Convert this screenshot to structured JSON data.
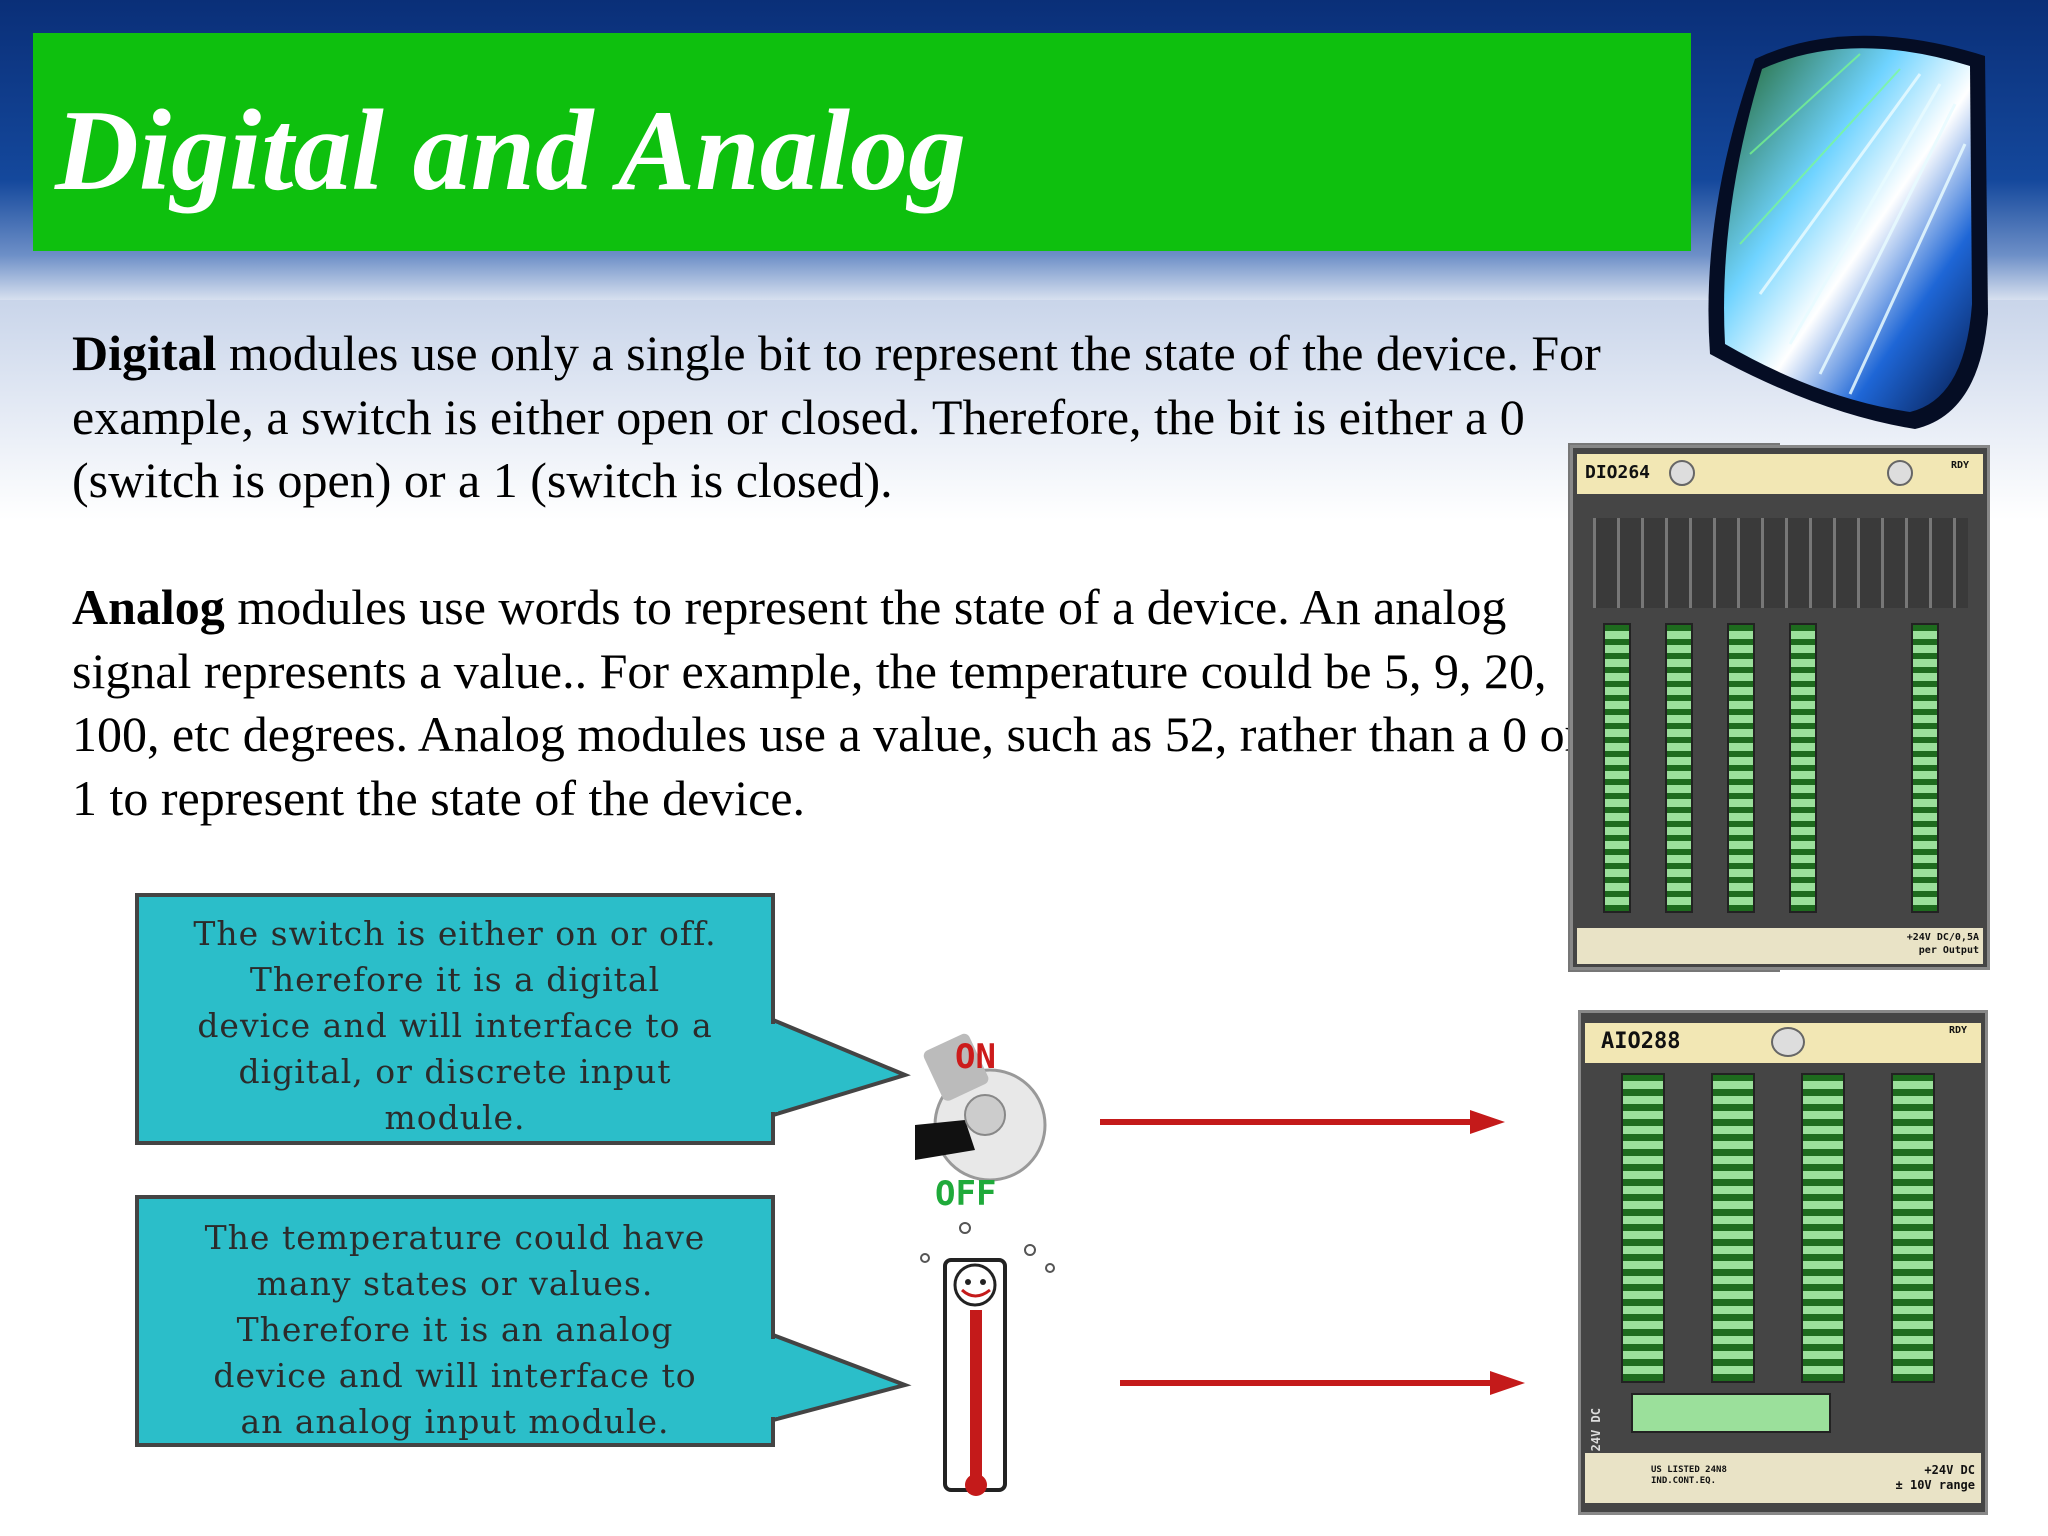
{
  "slide": {
    "title": "Digital and Analog",
    "digital_paragraph": {
      "lead": "Digital",
      "rest": " modules use only a single bit to represent the state of the device. For example, a switch is either open or closed. Therefore, the bit is either a 0 (switch is open) or a 1 (switch is closed)."
    },
    "analog_paragraph": {
      "lead": "Analog",
      "rest": " modules use words to represent the state of a device. An analog signal represents a value.. For example, the temperature could be 5, 9, 20, 100, etc degrees. Analog modules use a value, such as 52, rather than a 0 or 1 to represent the state of the device."
    },
    "callout_switch": {
      "lines": [
        "The switch is either on or off.",
        "Therefore it is a digital",
        "device and will interface to a",
        "digital, or discrete input",
        "module."
      ]
    },
    "callout_temperature": {
      "lines": [
        "The temperature could have",
        "many states or values.",
        "Therefore it is an analog",
        "device and will interface to",
        "an analog input module."
      ]
    },
    "switch": {
      "on_label": "ON",
      "off_label": "OFF",
      "on_color": "#cc1b1b",
      "off_color": "#1faa3a"
    },
    "digital_module": {
      "model": "DIO264",
      "rdy": "RDY",
      "power_label_1": "+24V DC/0,5A",
      "power_label_2": "per Output"
    },
    "analog_module": {
      "model": "AIO288",
      "rdy": "RDY",
      "side_label": "24V DC",
      "power_label_1": "+24V DC",
      "power_label_2": "± 10V range",
      "cert_label_1": "US LISTED 24N8",
      "cert_label_2": "IND.CONT.EQ."
    },
    "colors": {
      "title_bar": "#0ec00e",
      "callout": "#2bbec9",
      "arrow": "#c41a1a"
    }
  }
}
